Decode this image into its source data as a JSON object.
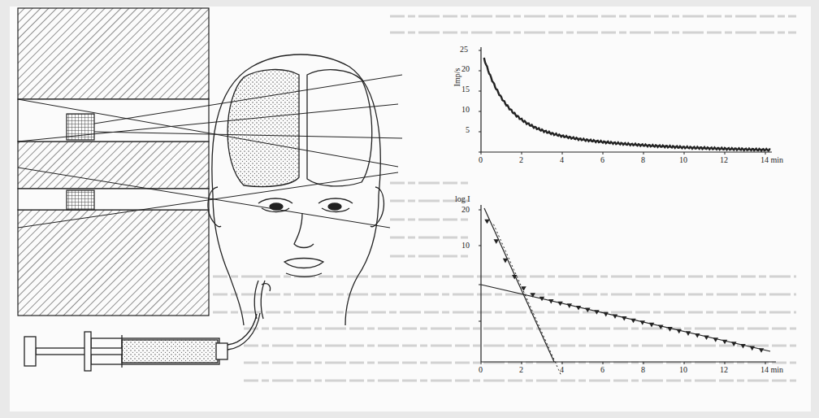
{
  "diagram": {
    "labels": [
      "25",
      "20",
      "15",
      "10",
      "5",
      "Imp/s",
      "0",
      "2",
      "4",
      "6",
      "8",
      "10",
      "12",
      "14 min",
      "log I",
      "20",
      "10",
      "0",
      "2",
      "4",
      "6",
      "8",
      "10",
      "12",
      "14 min"
    ]
  }
}
